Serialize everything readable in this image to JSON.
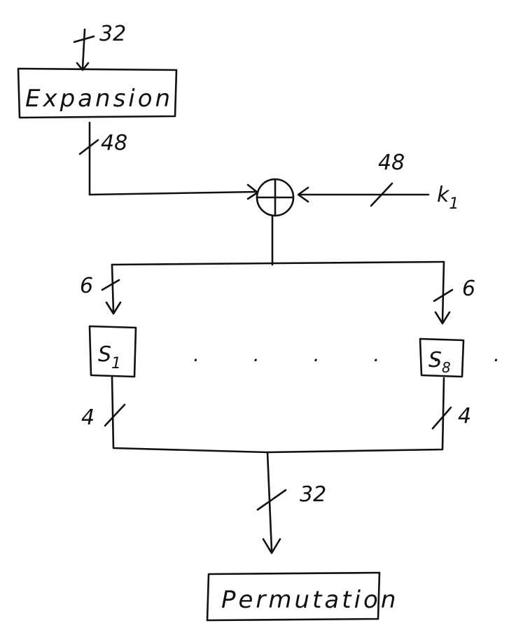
{
  "diagram": {
    "expansion_label": "Expansion",
    "permutation_label": "Permutation",
    "sbox_first": {
      "letter": "S",
      "sub": "1"
    },
    "sbox_last": {
      "letter": "S",
      "sub": "8"
    },
    "key": {
      "letter": "k",
      "sub": "1"
    },
    "dots": ". . . . . .",
    "widths": {
      "input": "32",
      "expansion_out": "48",
      "key": "48",
      "sbox_in_left": "6",
      "sbox_in_right": "6",
      "sbox_out_left": "4",
      "sbox_out_right": "4",
      "output": "32"
    }
  }
}
